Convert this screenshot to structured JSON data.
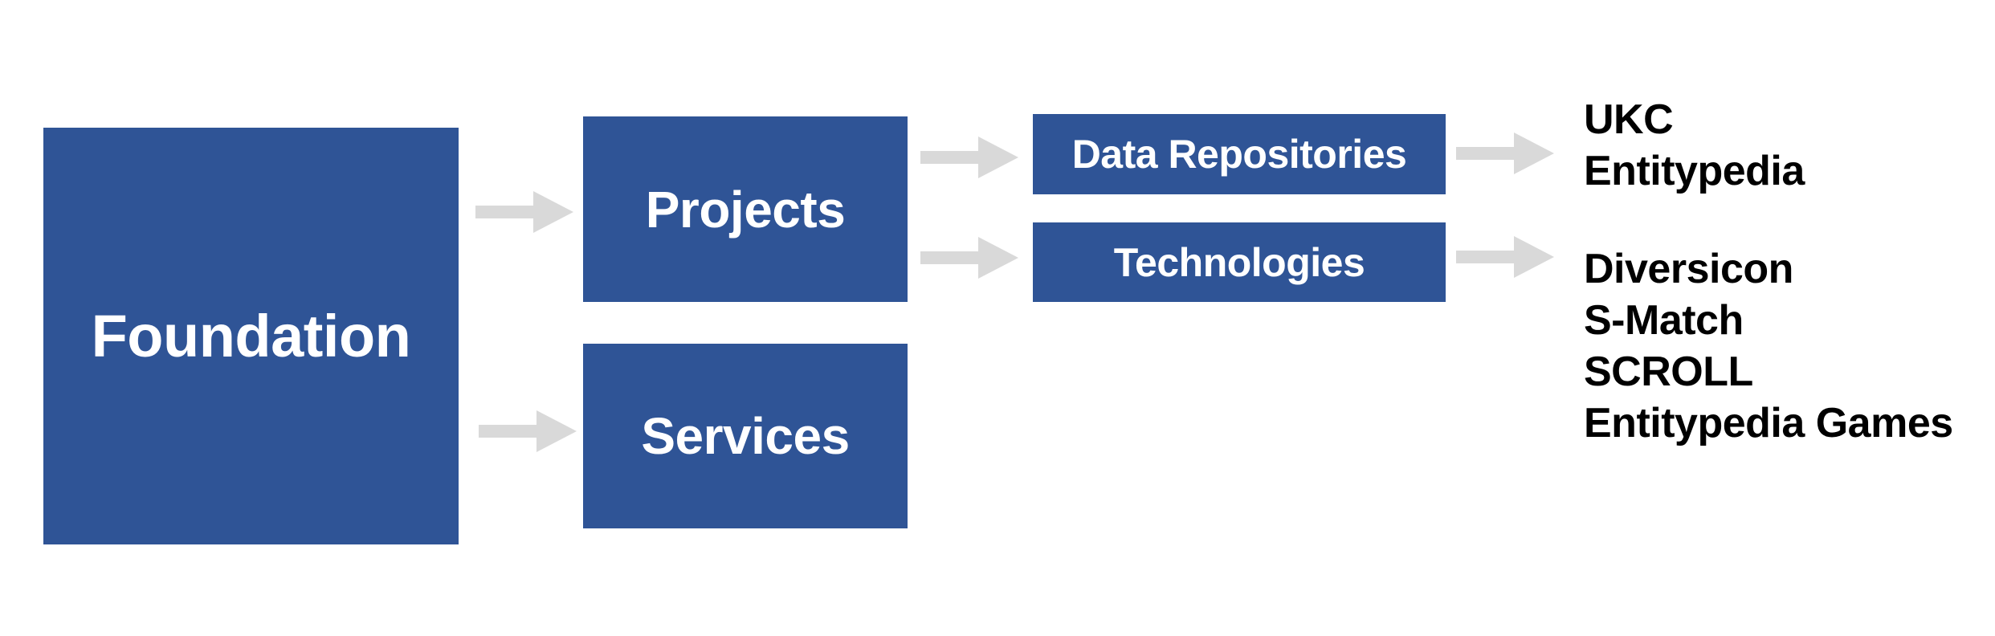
{
  "diagram": {
    "nodes": [
      {
        "id": "foundation",
        "label": "Foundation"
      },
      {
        "id": "projects",
        "label": "Projects"
      },
      {
        "id": "services",
        "label": "Services"
      },
      {
        "id": "data_repositories",
        "label": "Data Repositories"
      },
      {
        "id": "technologies",
        "label": "Technologies"
      }
    ],
    "edges": [
      {
        "from": "Foundation",
        "to": "Projects"
      },
      {
        "from": "Foundation",
        "to": "Services"
      },
      {
        "from": "Projects",
        "to": "Data Repositories"
      },
      {
        "from": "Projects",
        "to": "Technologies"
      },
      {
        "from": "Data Repositories",
        "to": "outputs"
      },
      {
        "from": "Technologies",
        "to": "outputs"
      }
    ],
    "outputs": {
      "data_repositories": [
        "UKC",
        "Entitypedia"
      ],
      "technologies": [
        "Diversicon",
        "S-Match",
        "SCROLL",
        "Entitypedia Games"
      ]
    },
    "colors": {
      "box_fill": "#2F5496",
      "box_text": "#FFFFFF",
      "arrow": "#D9D9D9",
      "list_text": "#000000",
      "background": "#FFFFFF"
    }
  }
}
